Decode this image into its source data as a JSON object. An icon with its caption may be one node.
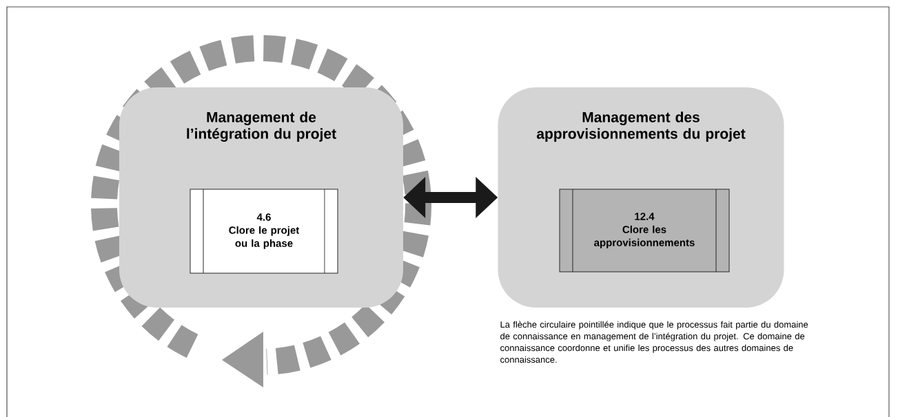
{
  "diagram": {
    "nodes": [
      {
        "text": [
          "Management de l’intégration du projet"
        ]
      },
      {
        "text": [
          "4.6",
          "Clore le projet ou la phase"
        ],
        "in": 0
      },
      {
        "text": [
          "Management des approvisionnements du projet"
        ]
      },
      {
        "text": [
          "12.4",
          "Clore les approvisionnements"
        ],
        "in": 2
      }
    ],
    "edges": [
      {
        "from": 0,
        "to": 2,
        "arrow": "both"
      }
    ],
    "labels": [
      "La flèche circulaire pointillée indique que le processus fait partie du domaine de connaissance en management de l’intégration du projet. Ce domaine de connaissance coordonne et unifie les processus des autres domaines de connaissance."
    ]
  }
}
